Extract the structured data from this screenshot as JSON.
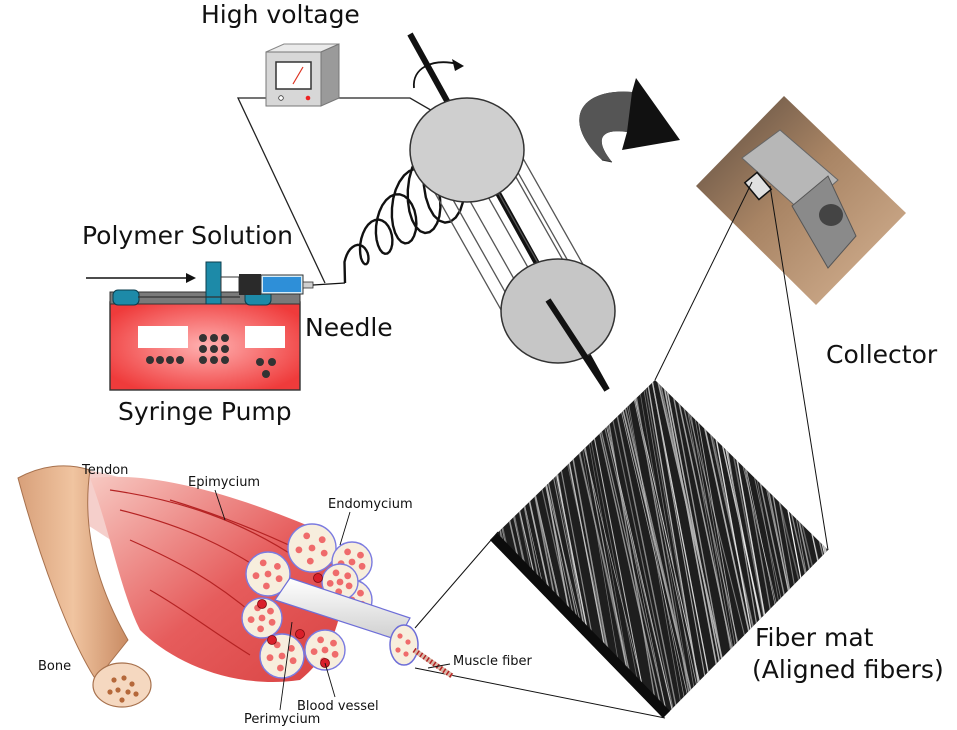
{
  "labels": {
    "high_voltage": "High voltage",
    "polymer_solution": "Polymer Solution",
    "needle": "Needle",
    "syringe_pump": "Syringe Pump",
    "collector": "Collector",
    "fiber_mat_line1": "Fiber mat",
    "fiber_mat_line2": "(Aligned fibers)"
  },
  "anatomy_labels": {
    "tendon": "Tendon",
    "epimycium": "Epimycium",
    "endomycium": "Endomycium",
    "bone": "Bone",
    "perimycium": "Perimycium",
    "blood_vessel": "Blood vessel",
    "muscle_fiber": "Muscle fiber"
  },
  "colors": {
    "pump_body": "#ef3b3b",
    "pump_clamp": "#1d8aa8",
    "drum": "#c8c8c8",
    "muscle": "#e45a5a",
    "tendon": "#d9a27a",
    "fascicle": "#f7eedd",
    "cell_dot": "#ef6b6b",
    "sem_bg": "#1e1e1e"
  },
  "icons": {
    "meter": "voltmeter-icon",
    "rotation": "rotation-arrow-icon"
  }
}
